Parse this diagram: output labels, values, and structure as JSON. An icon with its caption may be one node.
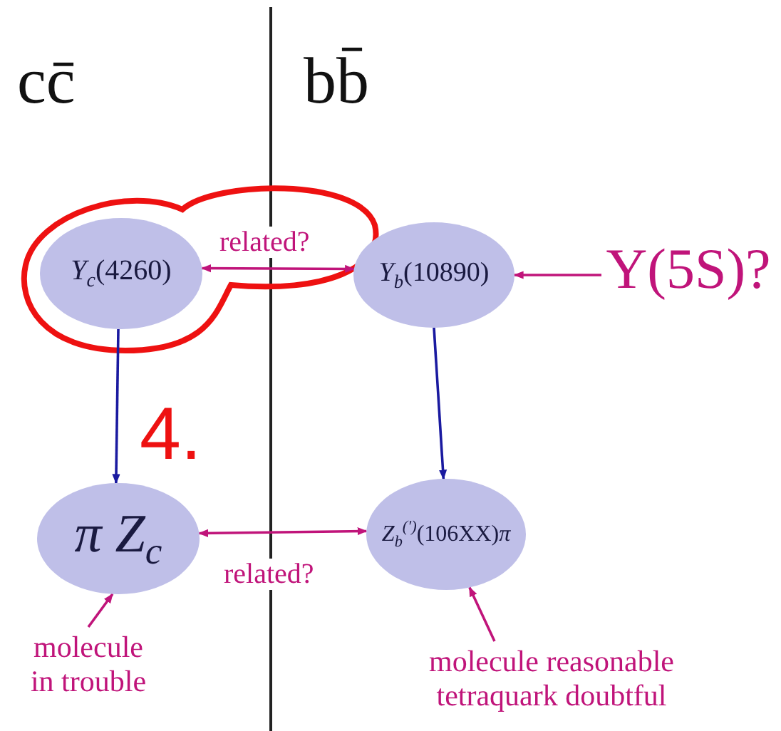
{
  "diagram": {
    "nodes": [
      {
        "text": [
          "*Υ*$_{c}$(4260)"
        ]
      },
      {
        "text": [
          "*Υ*$_{b}$(10890)"
        ]
      },
      {
        "text": [
          "Υ(5S)?"
        ]
      },
      {
        "text": [
          "π Z$_{c}$"
        ]
      },
      {
        "text": [
          "*Z*$_{b}$$^{(′)}$(106XX)*π*"
        ]
      },
      {
        "text": [
          "molecule in trouble"
        ]
      },
      {
        "text": [
          "molecule reasonable tetraquark doubtful"
        ]
      }
    ],
    "edges": [
      {
        "from": 0,
        "to": 1,
        "arrow": "both",
        "label": "related?",
        "color": "#c0147a"
      },
      {
        "from": 2,
        "to": 1,
        "arrow": "to",
        "color": "#c0147a"
      },
      {
        "from": 0,
        "to": 3,
        "arrow": "to",
        "color": "#1a1aa0"
      },
      {
        "from": 1,
        "to": 4,
        "arrow": "to",
        "color": "#1a1aa0"
      },
      {
        "from": 3,
        "to": 4,
        "arrow": "both",
        "label": "related?",
        "color": "#c0147a"
      },
      {
        "from": 5,
        "to": 3,
        "arrow": "to",
        "color": "#c0147a"
      },
      {
        "from": 6,
        "to": 4,
        "arrow": "to",
        "color": "#c0147a"
      }
    ],
    "labels": [
      "cc̄",
      "bb̄",
      "4."
    ]
  }
}
